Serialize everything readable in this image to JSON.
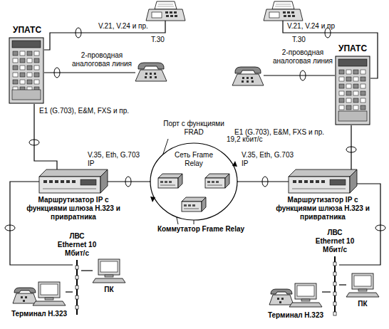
{
  "diagram": {
    "nodes": [
      {
        "text": [
          "УПАТС"
        ]
      },
      {
        "text": [
          "УПАТС"
        ]
      },
      {
        "text": [
          "Маршрутизатор IP с функциями шлюза H.323 и привратника"
        ]
      },
      {
        "text": [
          "Маршрутизатор IP с функциями шлюза H.323 и привратника"
        ]
      },
      {
        "text": [
          "Сеть Frame Relay"
        ]
      },
      {
        "text": [
          "ЛВС Ethernet 10 Мбит/с"
        ]
      },
      {
        "text": [
          "ПК"
        ]
      },
      {
        "text": [
          "Терминал H.323"
        ]
      },
      {
        "text": [
          "ЛВС Ethernet 10 Мбит/с"
        ]
      },
      {
        "text": [
          "ПК"
        ]
      },
      {
        "text": [
          "Терминал H.323"
        ]
      }
    ],
    "edges": [
      {
        "from": 0,
        "to": 2,
        "arrow": "none",
        "label": "E1 (G.703), E&M, FXS и пр."
      },
      {
        "from": 1,
        "to": 3,
        "arrow": "none",
        "label": "E1 (G.703), E&M, FXS и пр."
      },
      {
        "from": 2,
        "to": 4,
        "arrow": "none",
        "label": "V.35, Eth, G.703 IP"
      },
      {
        "from": 3,
        "to": 4,
        "arrow": "none",
        "label": "V.35, Eth, G.703 IP"
      },
      {
        "from": 2,
        "to": 5,
        "arrow": "none"
      },
      {
        "from": 6,
        "to": 5,
        "arrow": "none"
      },
      {
        "from": 7,
        "to": 5,
        "arrow": "none"
      },
      {
        "from": 3,
        "to": 8,
        "arrow": "none"
      },
      {
        "from": 9,
        "to": 8,
        "arrow": "none"
      },
      {
        "from": 10,
        "to": 8,
        "arrow": "none"
      }
    ],
    "labels": [
      "V.21, V.24 и пр.",
      "T.30",
      "2-проводная аналоговая линия",
      "V.21, V.24 и пр",
      "T.30",
      "2-проводная аналоговая линия",
      "Порт с функциями FRAD",
      "19,2 кбит/с",
      "Коммутатор Frame Relay"
    ]
  }
}
